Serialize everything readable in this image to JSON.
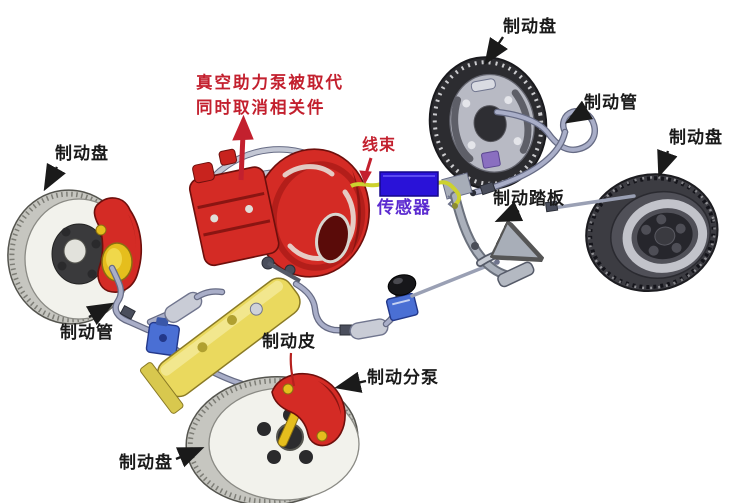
{
  "note": {
    "line1": "真空助力泵被取代",
    "line2": "同时取消相关件"
  },
  "labels": {
    "harness": "线束",
    "sensor": "传感器",
    "brake_pedal": "制动踏板",
    "brake_disc_top_right": "制动盘",
    "brake_pipe_right": "制动管",
    "brake_disc_right": "制动盘",
    "brake_disc_left": "制动盘",
    "brake_pipe_left": "制动管",
    "brake_pad": "制动皮",
    "brake_wheel_cylinder": "制动分泵",
    "brake_disc_bottom": "制动盘"
  },
  "colors": {
    "red_accent": "#c3202e",
    "label_text": "#1a1a1a",
    "sensor_text": "#5b2ad0",
    "sensor_box": "#2a12d8",
    "wire_yellow": "#ccd12f",
    "component_red": "#d42b25",
    "master_cylinder_yellow": "#ead95e",
    "pipe_gray": "#a9aec8"
  }
}
